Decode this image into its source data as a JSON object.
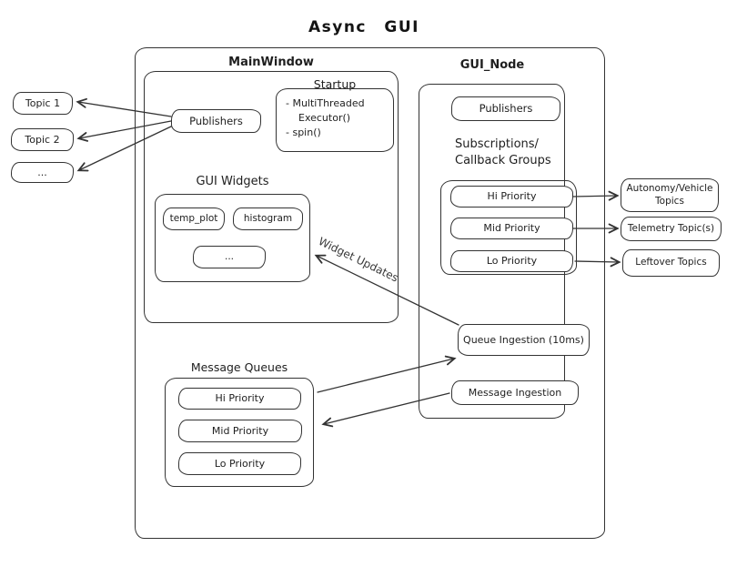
{
  "title": "Async GUI",
  "main_window": {
    "label": "MainWindow",
    "startup": {
      "label": "Startup",
      "line1": "- MultiThreaded",
      "line2": "Executor()",
      "line3": "- spin()"
    },
    "publishers_label": "Publishers",
    "gui_widgets": {
      "label": "GUI Widgets",
      "items": [
        "temp_plot",
        "histogram",
        "..."
      ]
    }
  },
  "gui_node": {
    "label": "GUI_Node",
    "publishers_label": "Publishers",
    "subscriptions_line1": "Subscriptions/",
    "subscriptions_line2": "Callback Groups",
    "callback_groups": [
      "Hi Priority",
      "Mid Priority",
      "Lo Priority"
    ],
    "queue_ingestion_label": "Queue Ingestion (10ms)",
    "message_ingestion_label": "Message Ingestion"
  },
  "message_queues": {
    "label": "Message Queues",
    "items": [
      "Hi Priority",
      "Mid Priority",
      "Lo Priority"
    ]
  },
  "left_topics": [
    "Topic 1",
    "Topic 2",
    "..."
  ],
  "right_topics": [
    "Autonomy/Vehicle Topics",
    "Telemetry Topic(s)",
    "Leftover Topics"
  ],
  "edge_labels": {
    "widget_updates": "Widget Updates"
  },
  "colors": {
    "stroke": "#333333",
    "text": "#1e1e1e",
    "background": "#ffffff"
  }
}
